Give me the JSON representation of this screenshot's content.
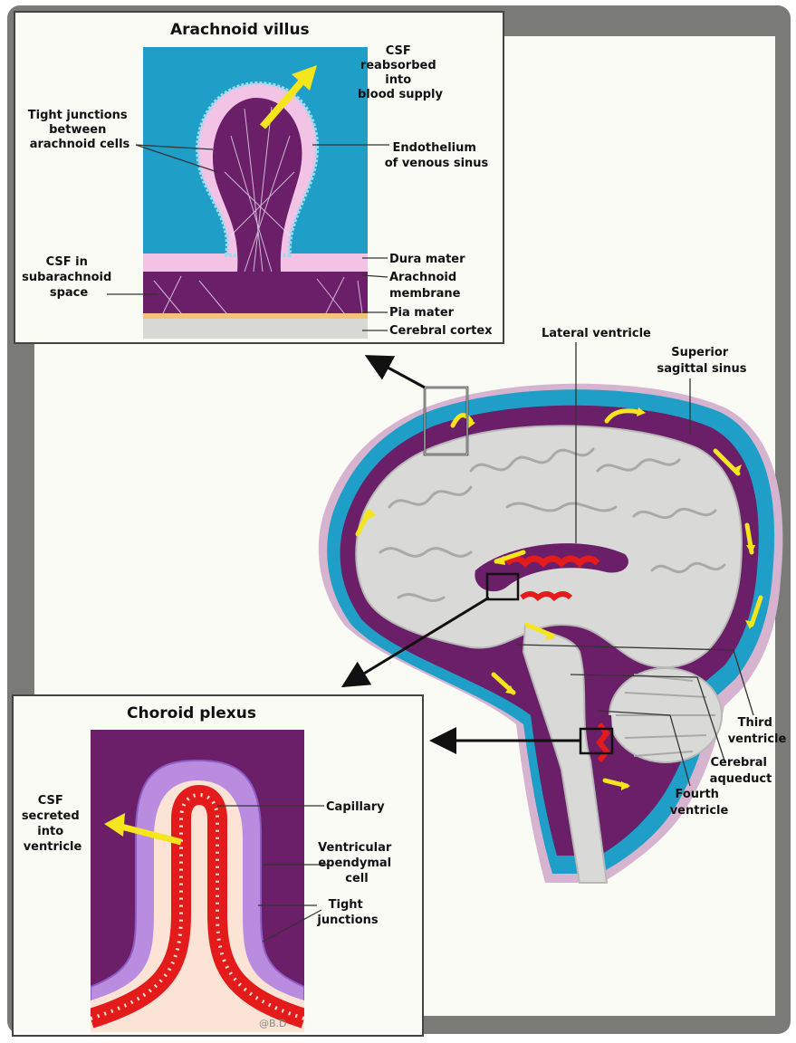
{
  "arachnoid_panel": {
    "title": "Arachnoid villus",
    "labels": {
      "csf_reabsorbed": [
        "CSF",
        "reabsorbed",
        "into",
        "blood supply"
      ],
      "tight_junctions": [
        "Tight junctions",
        "between",
        "arachnoid cells"
      ],
      "endothelium": [
        "Endothelium",
        "of venous sinus"
      ],
      "csf_subarachnoid": [
        "CSF in",
        "subarachnoid",
        "space"
      ],
      "dura_mater": "Dura mater",
      "arachnoid_membrane": [
        "Arachnoid",
        "membrane"
      ],
      "pia_mater": "Pia mater",
      "cerebral_cortex": "Cerebral cortex"
    }
  },
  "brain_labels": {
    "lateral_ventricle": "Lateral ventricle",
    "superior_sagittal_sinus": [
      "Superior",
      "sagittal sinus"
    ],
    "third_ventricle": [
      "Third",
      "ventricle"
    ],
    "cerebral_aqueduct": [
      "Cerebral",
      "aqueduct"
    ],
    "fourth_ventricle": [
      "Fourth",
      "ventricle"
    ]
  },
  "choroid_panel": {
    "title": "Choroid plexus",
    "labels": {
      "csf_secreted": [
        "CSF",
        "secreted",
        "into",
        "ventricle"
      ],
      "capillary": "Capillary",
      "ependymal": [
        "Ventricular",
        "ependymal",
        "cell"
      ],
      "tight_junctions": [
        "Tight",
        "junctions"
      ]
    }
  },
  "watermark": "@B.D",
  "colors": {
    "frame": "#7a7a76",
    "panel_bg": "#fbfbf6",
    "sinus_blue": "#1f9fc7",
    "tissue_purple": "#6a1f68",
    "brain_gray": "#d9d9d7",
    "csf_arrow": "#f5e51c",
    "plexus_red": "#e31b1b",
    "ependymal_violet": "#b98ce0"
  }
}
